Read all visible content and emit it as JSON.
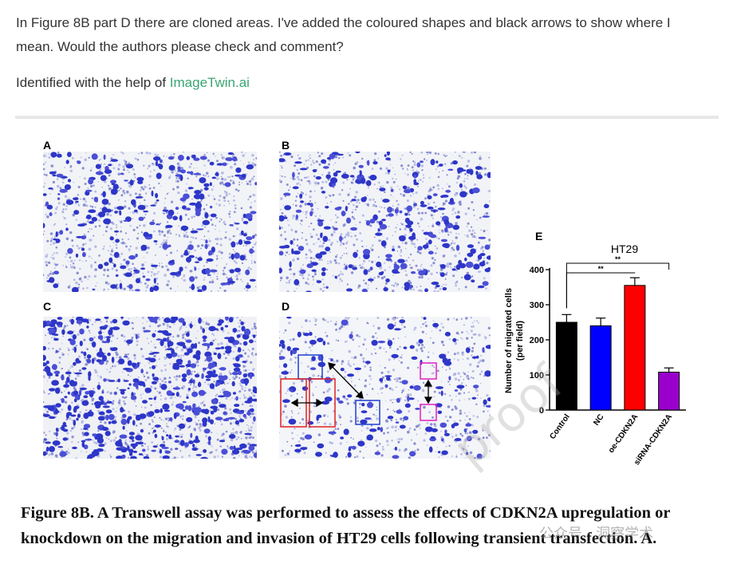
{
  "comment": {
    "line1": "In Figure 8B part D there are cloned areas. I've added the coloured shapes and black arrows to show where I",
    "line2": "mean. Would the authors please check and comment?",
    "identified_prefix": "Identified with the help of ",
    "identified_link": "ImageTwin.ai"
  },
  "figure": {
    "panels": [
      "A",
      "B",
      "C",
      "D",
      "E"
    ],
    "caption_line1": "Figure 8B. A Transwell assay was performed to assess the effects of CDKN2A upregulation or",
    "caption_line2": "knockdown on the migration and invasion of HT29 cells following transient transfection. A.",
    "watermark_text": "公众号 · 洞察学术",
    "watermark_proof": "proof"
  },
  "chart_data": {
    "type": "bar",
    "title": "HT29",
    "ylabel": "Number of migrated cells (per field)",
    "xlabel": "",
    "categories": [
      "Control",
      "NC",
      "oe-CDKN2A",
      "siRNA-CDKN2A"
    ],
    "values": [
      250,
      240,
      355,
      108
    ],
    "errors": [
      22,
      22,
      22,
      12
    ],
    "colors": [
      "#000000",
      "#0000ff",
      "#ff0000",
      "#9900cc"
    ],
    "ylim": [
      0,
      400
    ],
    "yticks": [
      "0",
      "100",
      "200",
      "300",
      "400"
    ],
    "significance": [
      {
        "from": 0,
        "to": 2,
        "label": "**"
      },
      {
        "from": 0,
        "to": 3,
        "label": "**"
      }
    ]
  }
}
